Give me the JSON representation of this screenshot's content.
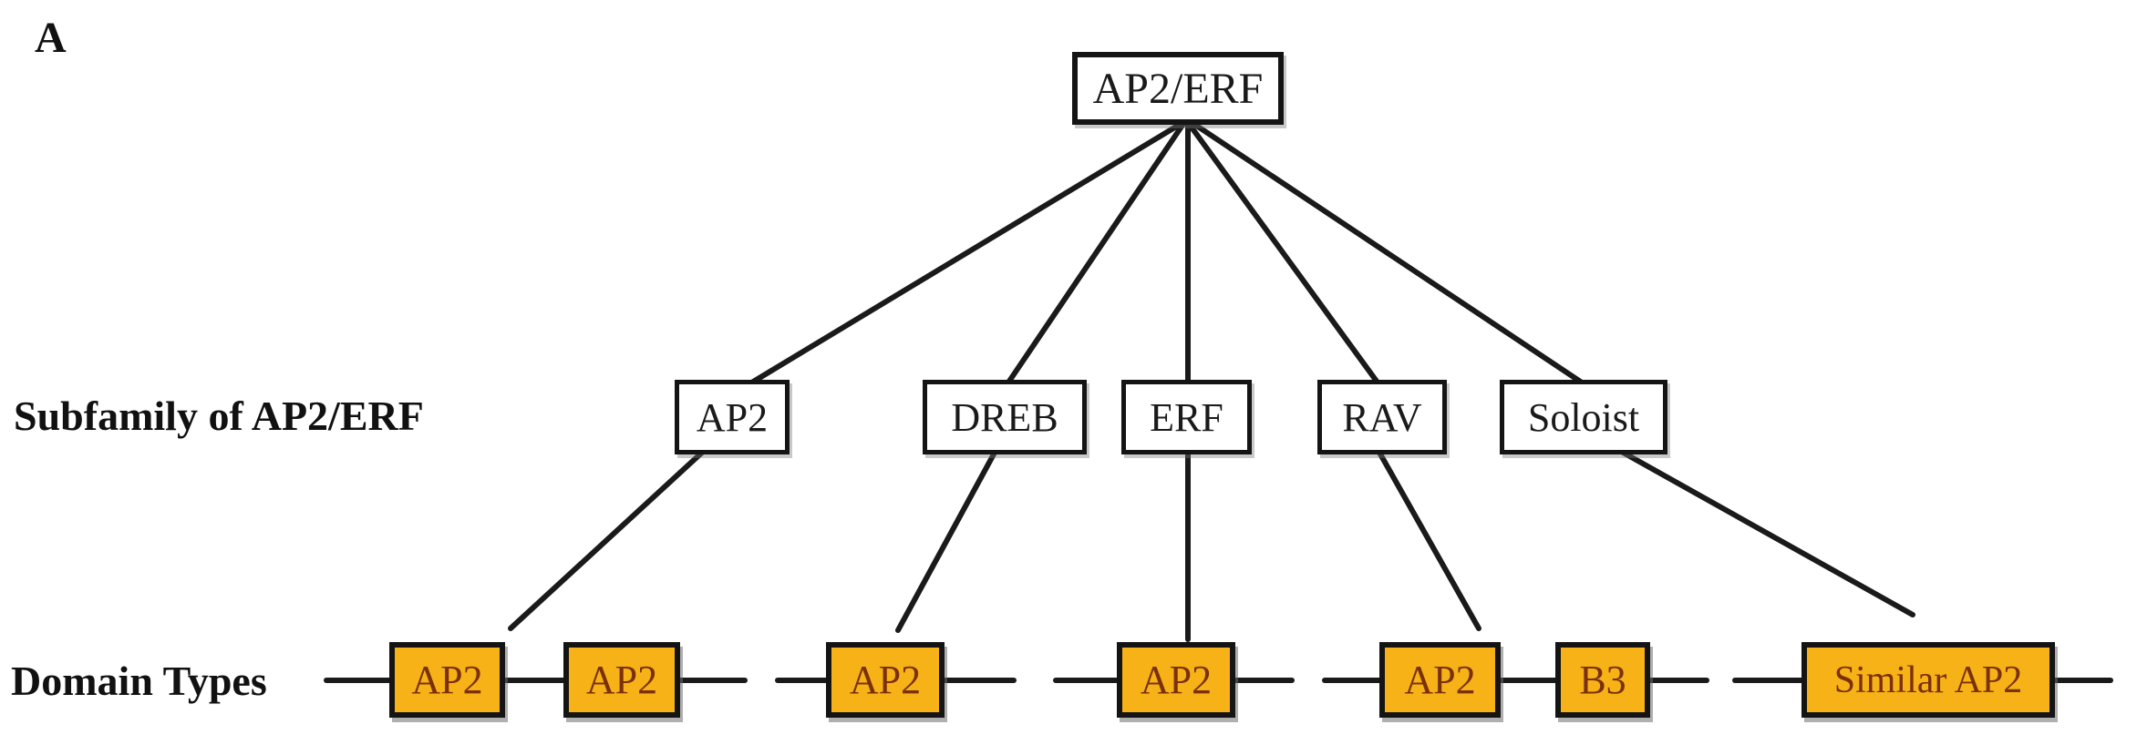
{
  "panel_label": "A",
  "diagram": {
    "root": {
      "label": "AP2/ERF"
    },
    "row_labels": {
      "subfamily": "Subfamily of AP2/ERF",
      "domain": "Domain Types"
    },
    "subfamilies": [
      {
        "id": "ap2",
        "label": "AP2"
      },
      {
        "id": "dreb",
        "label": "DREB"
      },
      {
        "id": "erf",
        "label": "ERF"
      },
      {
        "id": "rav",
        "label": "RAV"
      },
      {
        "id": "soloist",
        "label": "Soloist"
      }
    ],
    "domain_groups": [
      {
        "subfamily": "AP2",
        "domains": [
          "AP2",
          "AP2"
        ]
      },
      {
        "subfamily": "DREB",
        "domains": [
          "AP2"
        ]
      },
      {
        "subfamily": "ERF",
        "domains": [
          "AP2"
        ]
      },
      {
        "subfamily": "RAV",
        "domains": [
          "AP2",
          "B3"
        ]
      },
      {
        "subfamily": "Soloist",
        "domains": [
          "Similar AP2"
        ]
      }
    ],
    "colors": {
      "domain_fill": "#F7B217",
      "domain_text": "#7A3108",
      "box_border": "#141414",
      "line": "#1A1A1A"
    }
  }
}
